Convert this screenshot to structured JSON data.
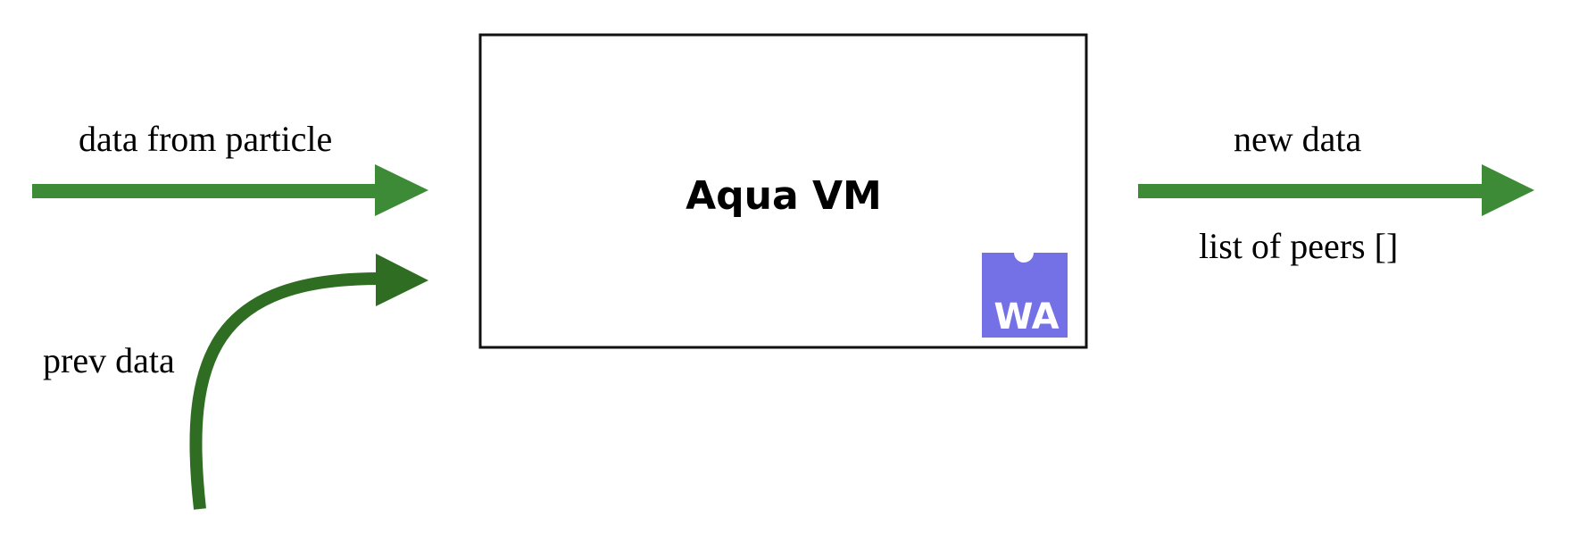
{
  "diagram": {
    "box_title": "Aqua VM",
    "input_label": "data from particle",
    "prev_label": "prev data",
    "output_label": "new data",
    "peers_label": "list of peers []",
    "wasm_badge_text": "WA",
    "icons": {
      "wasm_badge": "webassembly-logo-icon"
    },
    "colors": {
      "input_arrow": "#3d8b37",
      "prev_arrow": "#2f6e22",
      "output_arrow": "#3d8b37",
      "wasm_badge": "#7470e6",
      "box_border": "#111111"
    }
  }
}
